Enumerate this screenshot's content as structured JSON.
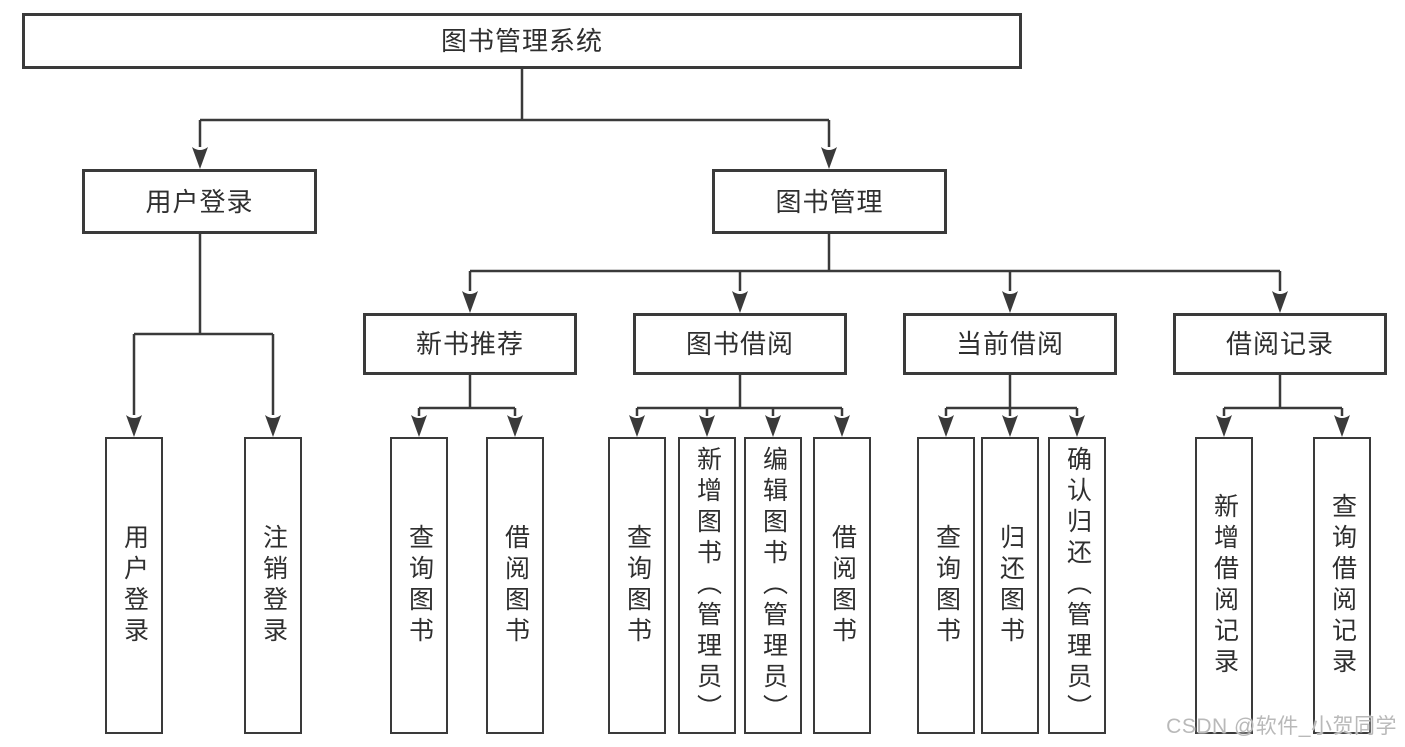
{
  "diagram": {
    "title": "图书管理系统",
    "level2": [
      {
        "label": "用户登录"
      },
      {
        "label": "图书管理"
      }
    ],
    "level3": [
      {
        "label": "新书推荐"
      },
      {
        "label": "图书借阅"
      },
      {
        "label": "当前借阅"
      },
      {
        "label": "借阅记录"
      }
    ],
    "leaves": [
      {
        "label": "用户登录"
      },
      {
        "label": "注销登录"
      },
      {
        "label": "查询图书"
      },
      {
        "label": "借阅图书"
      },
      {
        "label": "查询图书"
      },
      {
        "label": "新增图书（管理员）"
      },
      {
        "label": "编辑图书（管理员）"
      },
      {
        "label": "借阅图书"
      },
      {
        "label": "查询图书"
      },
      {
        "label": "归还图书"
      },
      {
        "label": "确认归还（管理员）"
      },
      {
        "label": "新增借阅记录"
      },
      {
        "label": "查询借阅记录"
      }
    ]
  },
  "watermark": {
    "text": "CSDN @软件_小贺同学"
  },
  "colors": {
    "line": "#3a3a3a",
    "text": "#2f2f2f",
    "watermark": "#b9b9b9",
    "background": "#ffffff"
  }
}
